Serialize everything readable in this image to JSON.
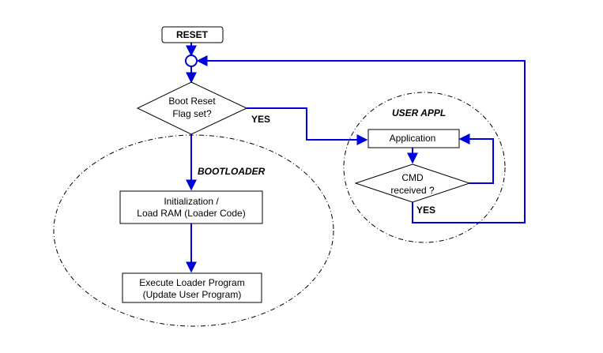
{
  "nodes": {
    "reset": "RESET",
    "boot_decision": [
      "Boot Reset",
      "Flag set?"
    ],
    "boot_yes": "YES",
    "init": [
      "Initialization /",
      "Load RAM (Loader Code)"
    ],
    "execute": [
      "Execute Loader Program",
      "(Update User Program)"
    ],
    "application": "Application",
    "cmd_decision": [
      "CMD",
      "received ?"
    ],
    "cmd_yes": "YES"
  },
  "regions": {
    "bootloader": "BOOTLOADER",
    "user_appl": "USER APPL"
  },
  "colors": {
    "flow_line": "#0000dd",
    "outline": "#000000"
  }
}
